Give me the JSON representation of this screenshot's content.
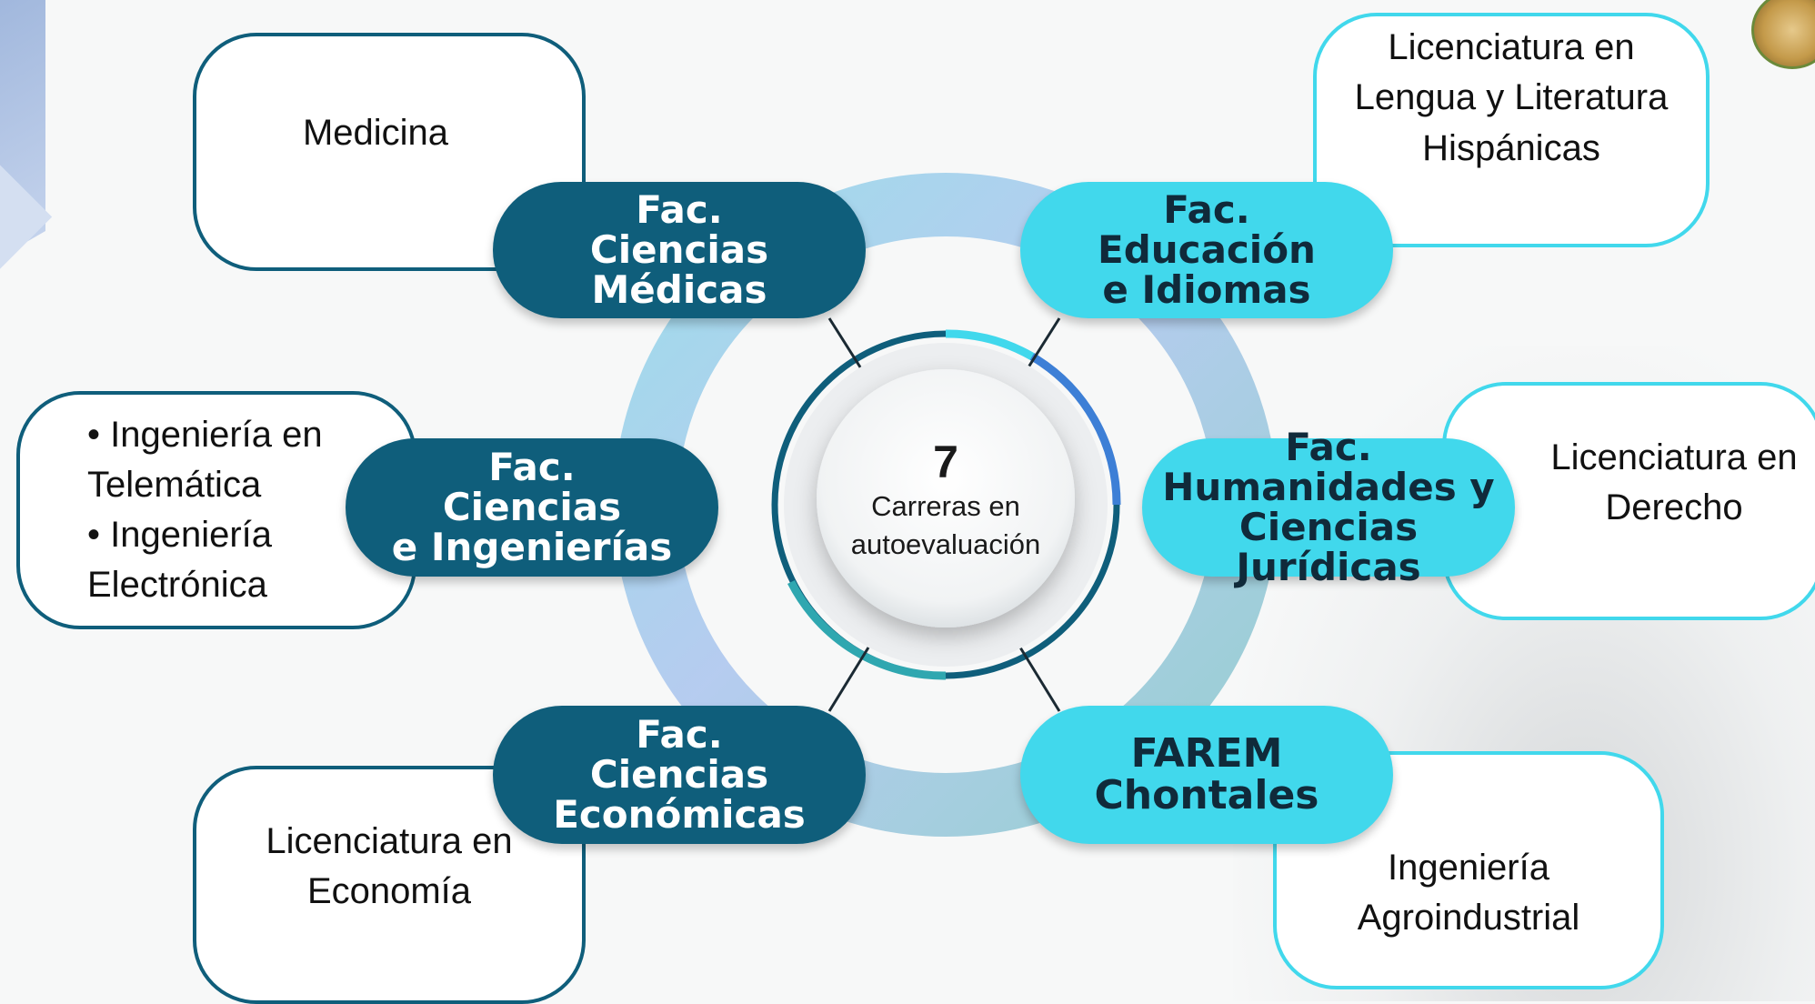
{
  "center": {
    "number": "7",
    "label": "Carreras en\nautoevaluación"
  },
  "faculties": [
    {
      "name": "Fac.\nCiencias Médicas",
      "tone": "dark",
      "careers_text": "Medicina"
    },
    {
      "name": "Fac.\nEducación\ne Idiomas",
      "tone": "light",
      "careers_text": "Licenciatura en\nLengua y Literatura\nHispánicas"
    },
    {
      "name": "Fac.\nCiencias\ne Ingenierías",
      "tone": "dark",
      "careers": [
        "• Ingeniería en",
        "Telemática",
        "• Ingeniería",
        "Electrónica"
      ]
    },
    {
      "name": "Fac.\nHumanidades y\nCiencias Jurídicas",
      "tone": "light",
      "careers_text": "Licenciatura en\nDerecho"
    },
    {
      "name": "Fac.\nCiencias\nEconómicas",
      "tone": "dark",
      "careers_text": "Licenciatura en\nEconomía"
    },
    {
      "name": "FAREM\nChontales",
      "tone": "light",
      "careers_text": "Ingeniería\nAgroindustrial"
    }
  ],
  "colors": {
    "dark_teal": "#0f5e7b",
    "cyan": "#41d8ec",
    "ring_blue": "#a9c6ef",
    "ring_teal": "#7fc6cc",
    "background": "#f7f8f8"
  }
}
